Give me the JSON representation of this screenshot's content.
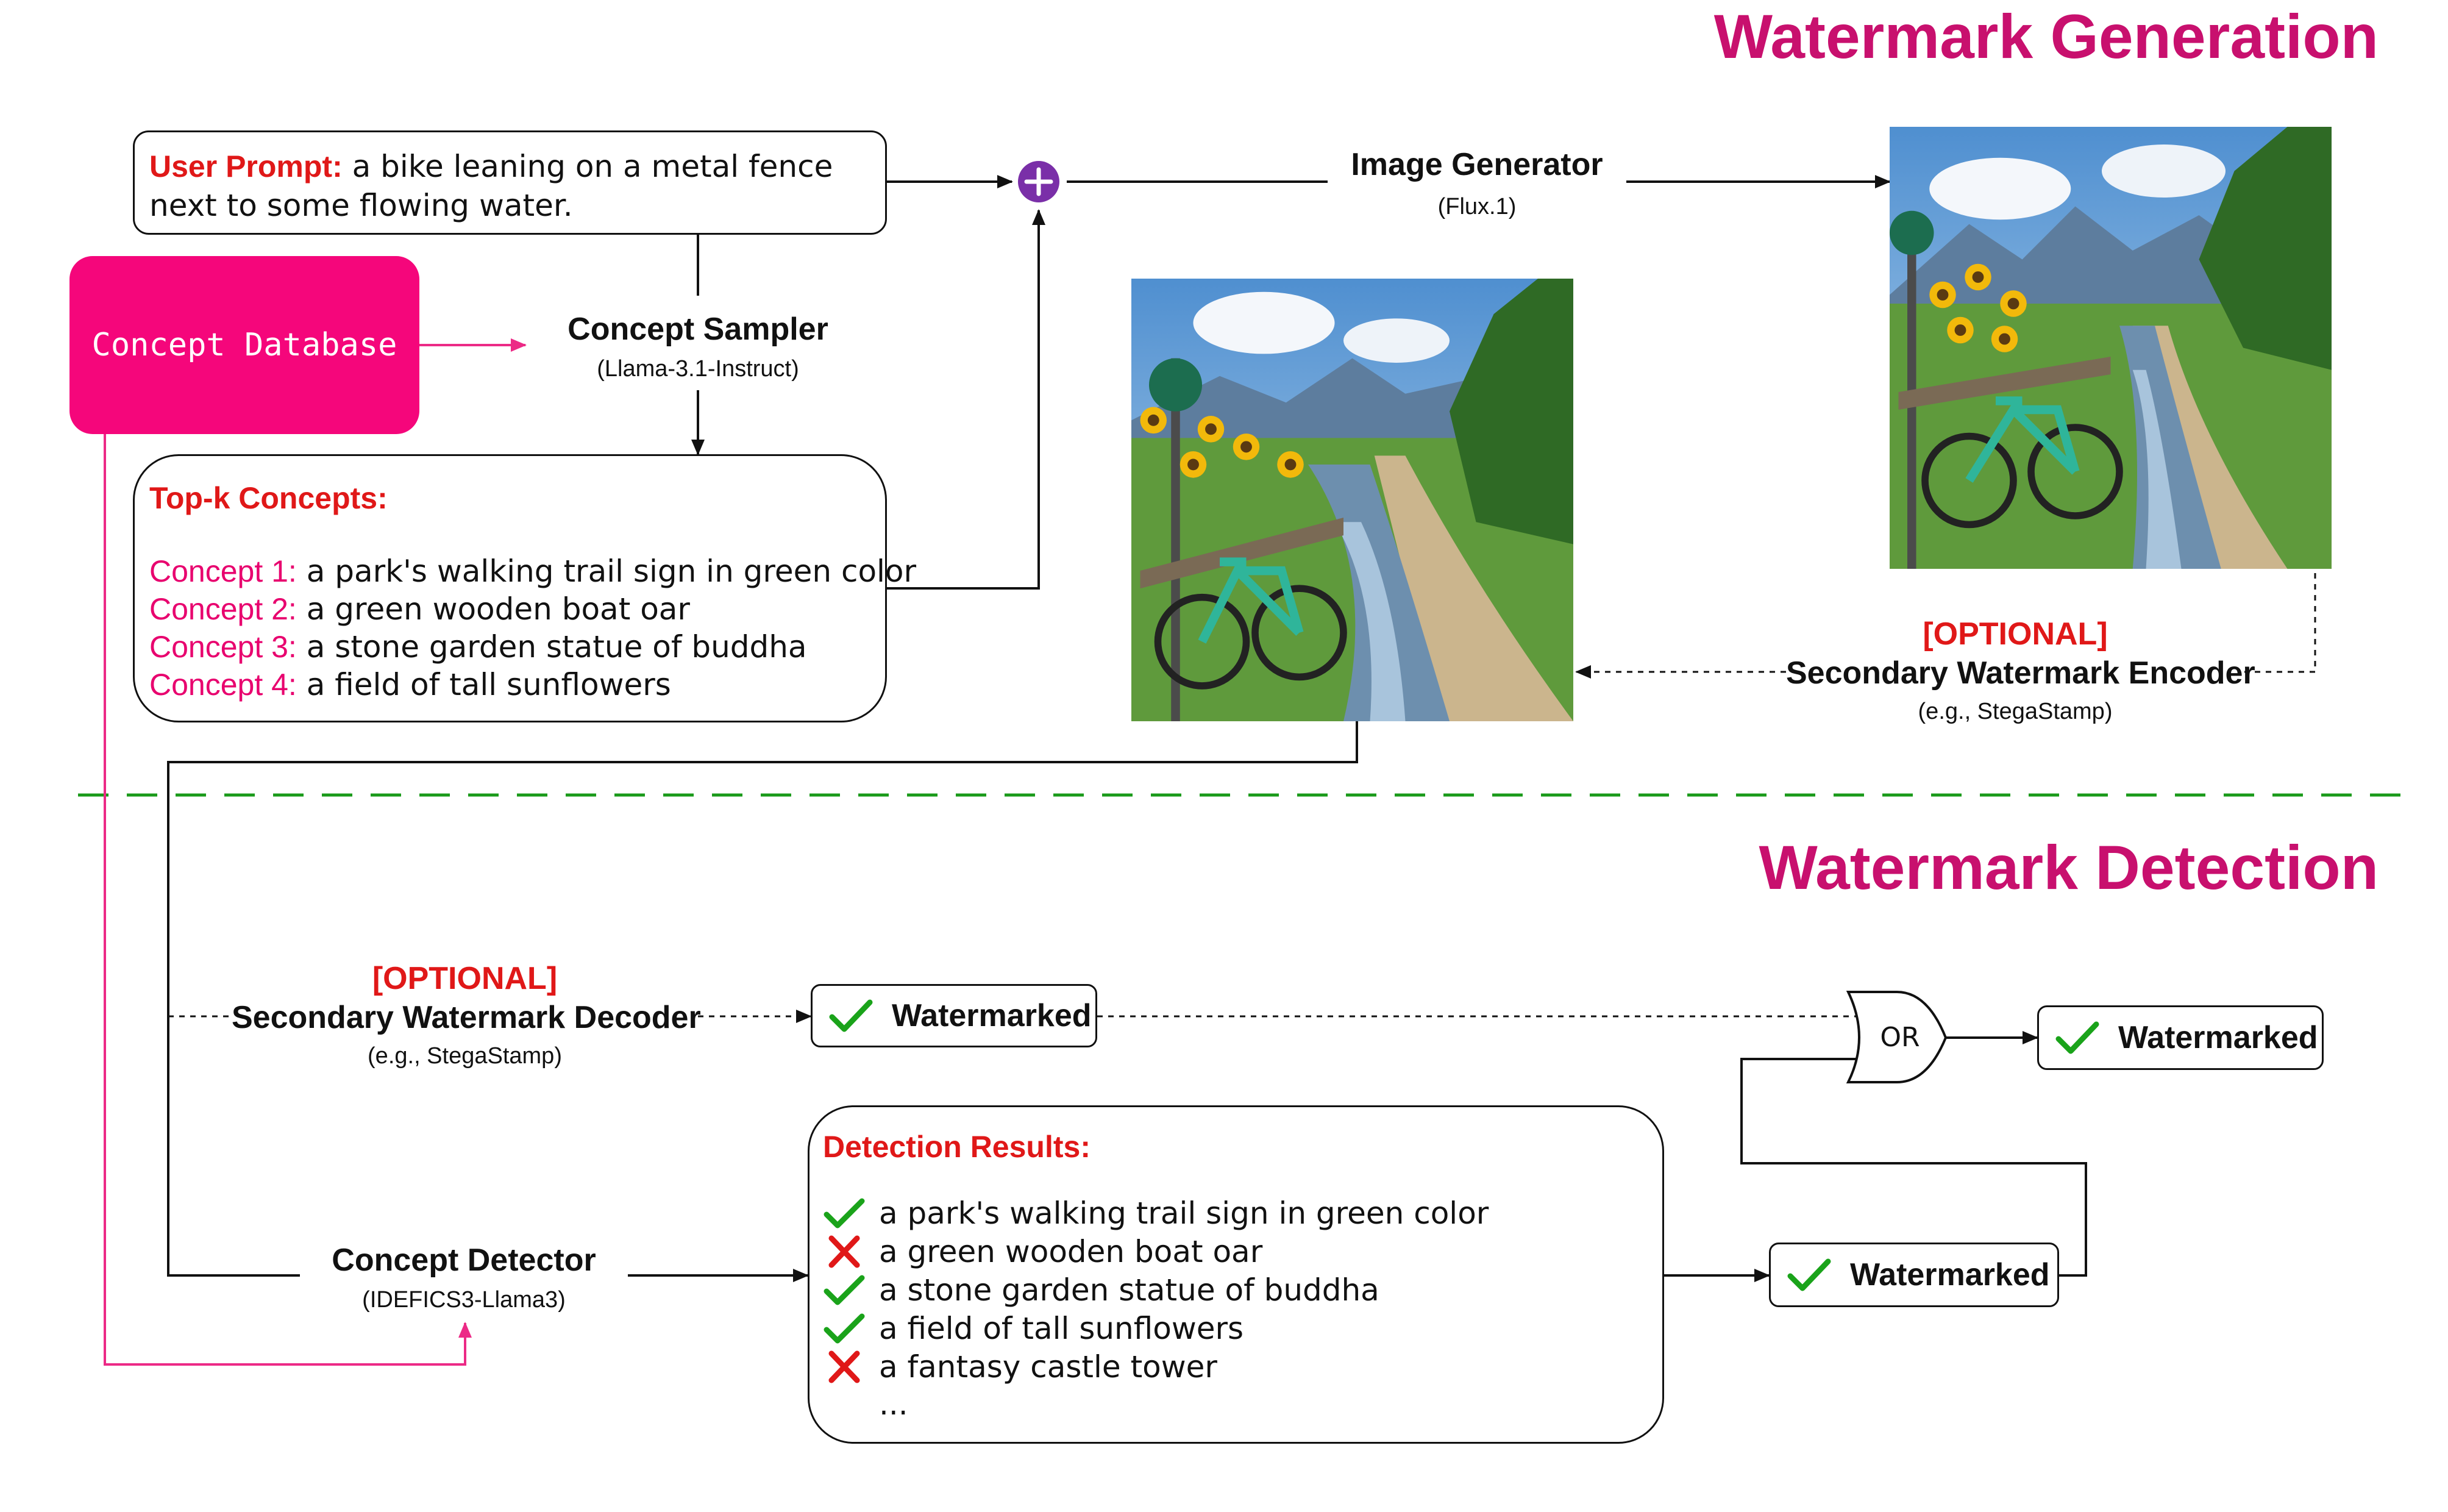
{
  "generation": {
    "title": "Watermark Generation",
    "user_prompt_label": "User Prompt:",
    "user_prompt_text": "a bike leaning on a metal fence next to some flowing water.",
    "concept_database": "Concept Database",
    "concept_sampler": {
      "title": "Concept Sampler",
      "model": "(Llama-3.1-Instruct)"
    },
    "topk": {
      "title": "Top-k Concepts:",
      "items": [
        {
          "label": "Concept 1:",
          "text": "a park's walking trail sign in green color"
        },
        {
          "label": "Concept 2:",
          "text": "a green wooden boat oar"
        },
        {
          "label": "Concept 3:",
          "text": "a stone garden statue of buddha"
        },
        {
          "label": "Concept 4:",
          "text": "a field of tall sunflowers"
        }
      ]
    },
    "combine_symbol": "+",
    "image_generator": {
      "title": "Image Generator",
      "model": "(Flux.1)"
    },
    "encoder": {
      "optional": "[OPTIONAL]",
      "title": "Secondary Watermark Encoder",
      "model": "(e.g., StegaStamp)"
    }
  },
  "detection": {
    "title": "Watermark Detection",
    "decoder": {
      "optional": "[OPTIONAL]",
      "title": "Secondary Watermark Decoder",
      "model": "(e.g., StegaStamp)"
    },
    "decoder_result": "Watermarked",
    "or_gate": "OR",
    "final_result": "Watermarked",
    "concept_detector": {
      "title": "Concept Detector",
      "model": "(IDEFICS3-Llama3)"
    },
    "results": {
      "title": "Detection Results:",
      "items": [
        {
          "status": "check",
          "text": "a park's walking trail sign in green color"
        },
        {
          "status": "cross",
          "text": "a green wooden boat oar"
        },
        {
          "status": "check",
          "text": "a stone garden statue of buddha"
        },
        {
          "status": "check",
          "text": "a field of tall sunflowers"
        },
        {
          "status": "cross",
          "text": "a fantasy castle tower"
        }
      ],
      "ellipsis": "..."
    },
    "detector_result": "Watermarked"
  },
  "colors": {
    "title": "#c8106e",
    "concept_pink": "#e8006e",
    "database_fill": "#f5067b",
    "label_red": "#e01818",
    "check_green": "#1aa31a",
    "cross_red": "#e01818",
    "separator_green": "#1a9a1a",
    "plus_purple": "#7a2fa8"
  },
  "icons": {
    "check": "check-icon",
    "cross": "cross-icon",
    "plus": "plus-circle-icon"
  }
}
